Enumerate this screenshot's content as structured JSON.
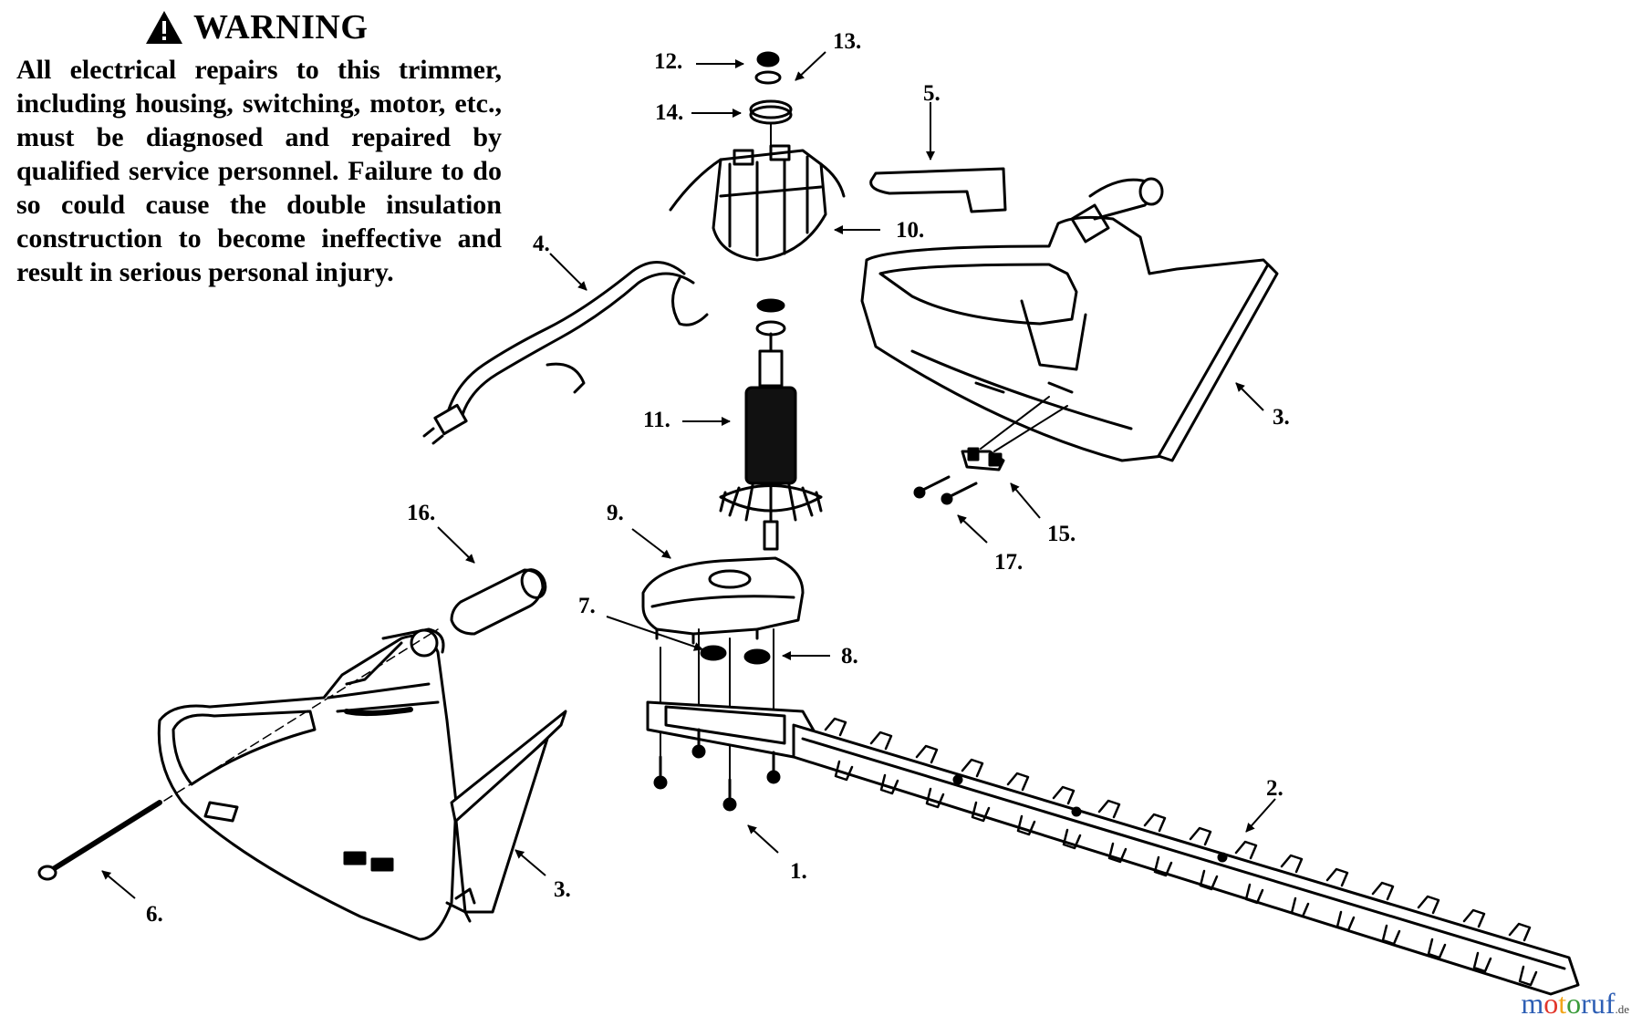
{
  "warning": {
    "title": "WARNING",
    "body": "All electrical repairs to this trimmer, including housing, switching, motor, etc., must be diagnosed and repaired by qualified service personnel. Failure to do so could cause the double insulation construction to become ineffective and result in serious personal injury."
  },
  "labels": {
    "p1": "1.",
    "p2": "2.",
    "p3a": "3.",
    "p3b": "3.",
    "p4": "4.",
    "p5": "5.",
    "p6": "6.",
    "p7": "7.",
    "p8": "8.",
    "p9": "9.",
    "p10": "10.",
    "p11": "11.",
    "p12": "12.",
    "p13": "13.",
    "p14": "14.",
    "p15": "15.",
    "p16": "16.",
    "p17": "17."
  },
  "watermark": {
    "m1": "m",
    "m2": "o",
    "m3": "t",
    "m4": "o",
    "m5": "ruf",
    "tld": ".de"
  },
  "icons": {
    "warning": "warning-triangle-icon"
  }
}
